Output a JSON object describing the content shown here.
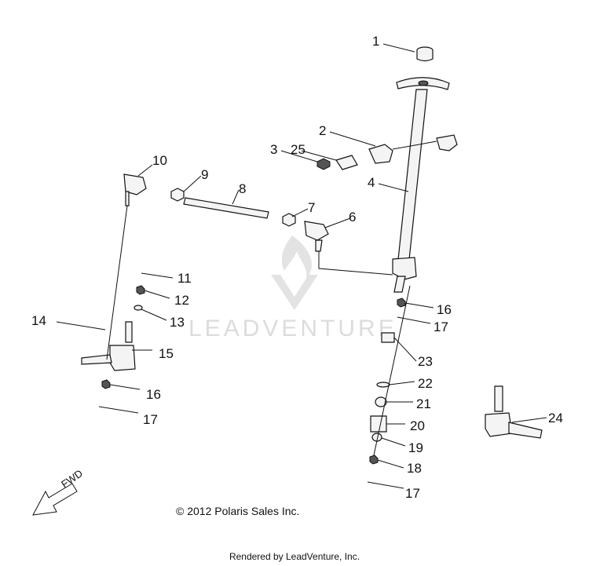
{
  "watermark": {
    "text": "LEADVENTURE"
  },
  "copyright": "© 2012 Polaris Sales Inc.",
  "footer": "Rendered by LeadVenture, Inc.",
  "direction_label": "FWD",
  "callouts": [
    "1",
    "2",
    "3",
    "25",
    "4",
    "10",
    "9",
    "8",
    "7",
    "6",
    "11",
    "12",
    "13",
    "14",
    "15",
    "16",
    "17",
    "16",
    "17",
    "23",
    "22",
    "21",
    "20",
    "19",
    "18",
    "17",
    "24"
  ]
}
